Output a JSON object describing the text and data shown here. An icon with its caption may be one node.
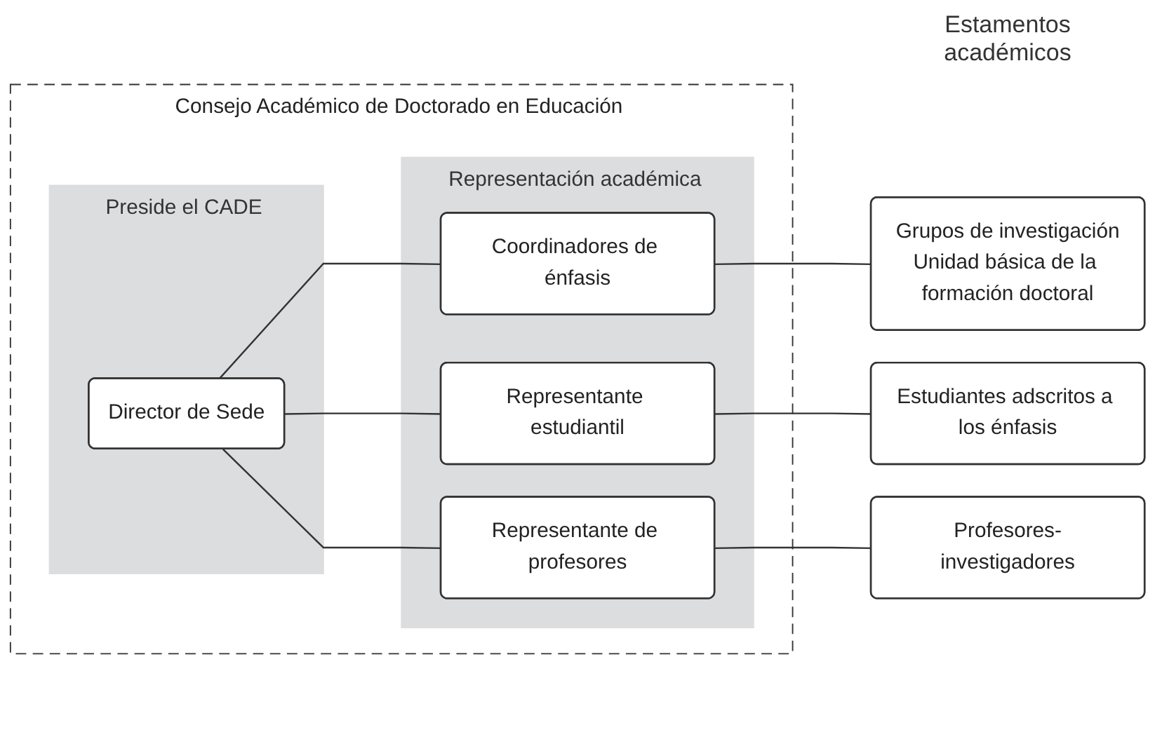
{
  "diagram": {
    "nodes": [
      {
        "text": [
          "Consejo Académico de Doctorado en Educación"
        ]
      },
      {
        "text": [
          "Preside el CADE"
        ],
        "in": 0
      },
      {
        "text": [
          "Director de Sede"
        ],
        "in": 1
      },
      {
        "text": [
          "Representación académica"
        ],
        "in": 0
      },
      {
        "text": [
          "Coordinadores de énfasis"
        ],
        "in": 3
      },
      {
        "text": [
          "Representante estudiantil"
        ],
        "in": 3
      },
      {
        "text": [
          "Representante de profesores"
        ],
        "in": 3
      },
      {
        "text": [
          "Grupos de investigación",
          "Unidad básica de la formación doctoral"
        ]
      },
      {
        "text": [
          "Estudiantes adscritos a los énfasis"
        ]
      },
      {
        "text": [
          "Profesores-investigadores"
        ]
      }
    ],
    "edges": [
      {
        "from": 2,
        "to": 4,
        "arrow": "none"
      },
      {
        "from": 2,
        "to": 5,
        "arrow": "none"
      },
      {
        "from": 2,
        "to": 6,
        "arrow": "none"
      },
      {
        "from": 4,
        "to": 7,
        "arrow": "none"
      },
      {
        "from": 5,
        "to": 8,
        "arrow": "none"
      },
      {
        "from": 6,
        "to": 9,
        "arrow": "none"
      }
    ],
    "labels": [
      "Estamentos académicos"
    ]
  }
}
